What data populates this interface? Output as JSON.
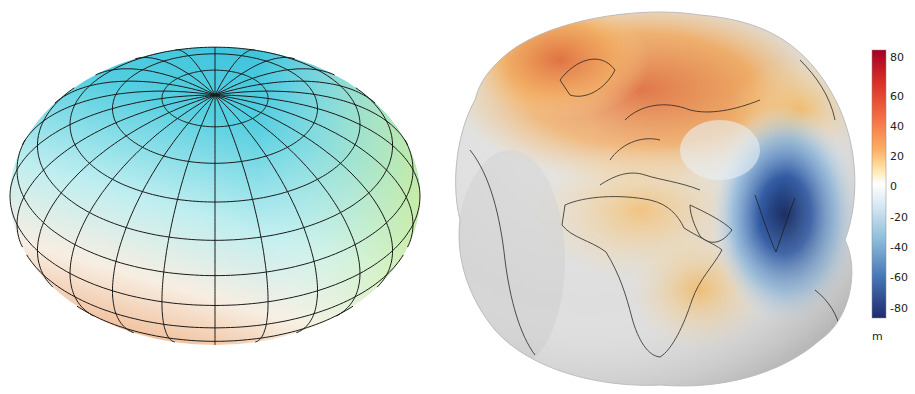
{
  "diagram": {
    "labels": [
      "80",
      "60",
      "40",
      "20",
      "0",
      "-20",
      "-40",
      "-60",
      "-80",
      "m"
    ]
  }
}
